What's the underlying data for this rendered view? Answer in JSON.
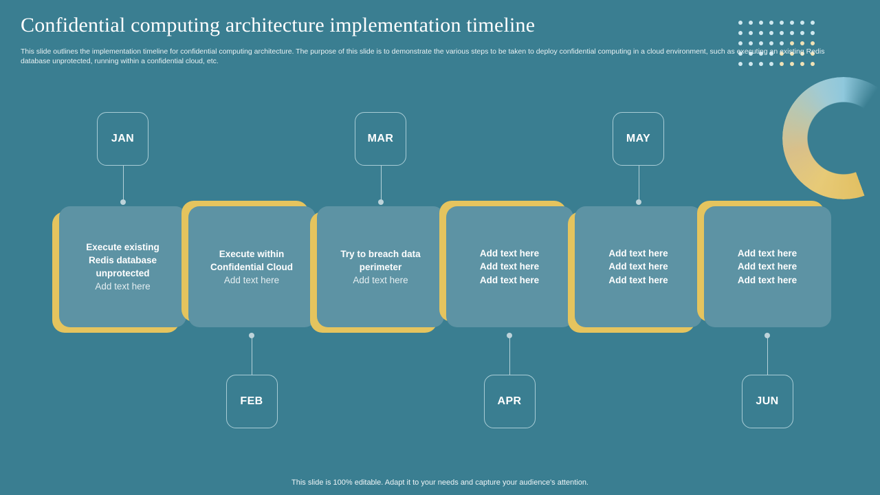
{
  "header": {
    "title": "Confidential computing architecture implementation timeline",
    "subtitle": "This slide outlines the implementation timeline for confidential computing architecture. The purpose of this slide is to demonstrate the various steps to be taken to  deploy confidential computing in a cloud environment, such as executing an existing Redis database unprotected, running within a confidential cloud, etc."
  },
  "colors": {
    "background": "#3a7e91",
    "card_fill": "#5d93a4",
    "accent_yellow": "#e5c45e",
    "outline": "#a9cdd6",
    "text": "#ffffff"
  },
  "timeline": {
    "months": [
      {
        "label": "JAN",
        "position": "top"
      },
      {
        "label": "FEB",
        "position": "bottom"
      },
      {
        "label": "MAR",
        "position": "top"
      },
      {
        "label": "APR",
        "position": "bottom"
      },
      {
        "label": "MAY",
        "position": "top"
      },
      {
        "label": "JUN",
        "position": "bottom"
      }
    ],
    "cards": [
      {
        "heading": "Execute existing\nRedis database\nunprotected",
        "head_line1": "Execute existing",
        "head_line2": "Redis database",
        "head_line3": "unprotected",
        "sub": "Add text here",
        "accent": "down"
      },
      {
        "heading": "Execute within\nConfidential Cloud",
        "head_line1": "Execute within",
        "head_line2": "Confidential Cloud",
        "head_line3": "",
        "sub": "Add text here",
        "accent": "up"
      },
      {
        "heading": "Try to breach data\nperimeter",
        "head_line1": "Try to breach data",
        "head_line2": "perimeter",
        "head_line3": "",
        "sub": "Add text here",
        "accent": "down"
      },
      {
        "heading": "",
        "head_line1": "Add text here",
        "head_line2": "Add text here",
        "head_line3": "Add text here",
        "sub": "",
        "accent": "up"
      },
      {
        "heading": "",
        "head_line1": "Add text here",
        "head_line2": "Add text here",
        "head_line3": "Add text here",
        "sub": "",
        "accent": "down"
      },
      {
        "heading": "",
        "head_line1": "Add text here",
        "head_line2": "Add text here",
        "head_line3": "Add text here",
        "sub": "",
        "accent": "up"
      }
    ]
  },
  "footer": {
    "note": "This slide is 100% editable. Adapt it to your needs and capture your audience's attention."
  },
  "decoration": {
    "ring": "gradient-ring-shape",
    "dots": "dot-grid-8x5"
  }
}
